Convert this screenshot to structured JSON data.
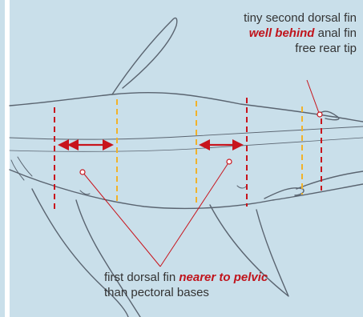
{
  "colors": {
    "background": "#c9dfea",
    "panel_edge": "#b9d1df",
    "outline": "#5a6470",
    "red_dash": "#c8141c",
    "yellow_dash": "#f1b22a",
    "arrow": "#c8141c",
    "text": "#333333",
    "emphasis": "#c0141c"
  },
  "callout_top": {
    "line1": "tiny second dorsal fin",
    "line2_em": "well behind",
    "line2_rest": " anal fin",
    "line3": "free rear tip"
  },
  "callout_bottom": {
    "line1_pre": "first dorsal fin ",
    "line1_em": "nearer to pelvic",
    "line2": "than pectoral bases"
  },
  "icons": {
    "double_arrow_left": "double-headed-arrow",
    "double_arrow_right": "double-headed-arrow"
  }
}
